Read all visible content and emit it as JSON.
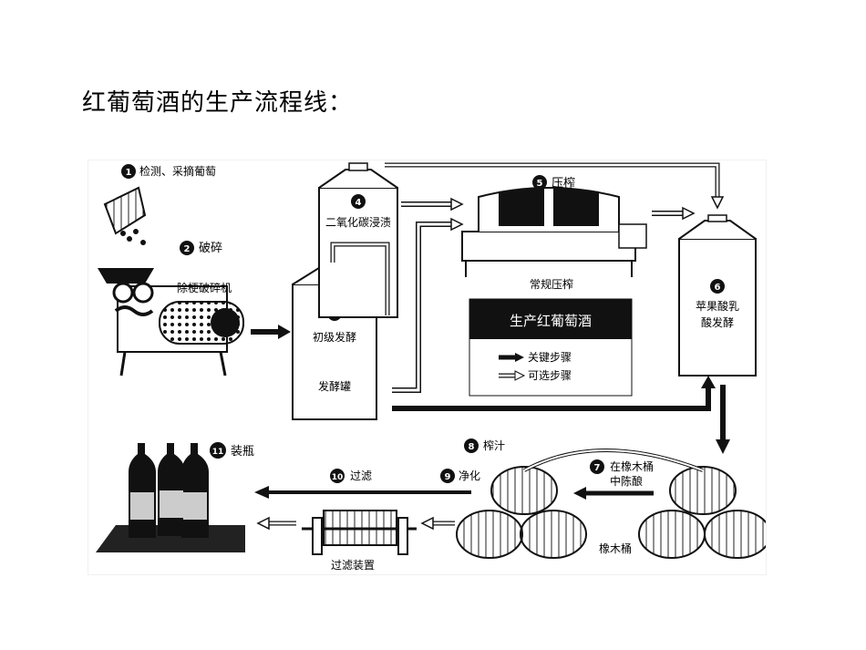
{
  "page": {
    "title": "红葡萄酒的生产流程线："
  },
  "diagram": {
    "steps": [
      {
        "num": "1",
        "label": "检测、采摘葡萄"
      },
      {
        "num": "2",
        "label": "破碎"
      },
      {
        "num": "3",
        "label": "初级发酵"
      },
      {
        "num": "4",
        "label": "二氧化碳浸渍"
      },
      {
        "num": "5",
        "label": "压榨"
      },
      {
        "num": "6",
        "label_line1": "苹果酸乳",
        "label_line2": "酸发酵"
      },
      {
        "num": "7",
        "label_line1": "在橡木桶",
        "label_line2": "中陈酿"
      },
      {
        "num": "8",
        "label": "榨汁"
      },
      {
        "num": "9",
        "label": "净化"
      },
      {
        "num": "10",
        "label": "过滤"
      },
      {
        "num": "11",
        "label": "装瓶"
      }
    ],
    "equipment": {
      "destemmer": "除梗破碎机",
      "fermenter": "发酵罐",
      "press": "常规压榨",
      "barrels": "橡木桶",
      "filter": "过滤装置"
    },
    "legend": {
      "title": "生产红葡萄酒",
      "key_step": "关键步骤",
      "optional_step": "可选步骤"
    }
  },
  "colors": {
    "panel_bg": "#ffffff",
    "ink": "#111111",
    "legend_bg": "#111111",
    "legend_text": "#ffffff"
  }
}
